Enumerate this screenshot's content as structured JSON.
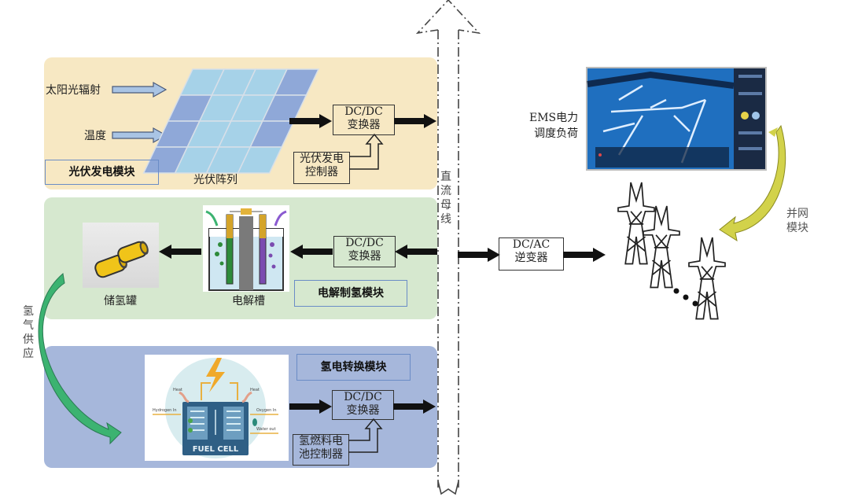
{
  "pv_module": {
    "title": "光伏发电模块",
    "inputs": [
      "太阳光辐射",
      "温度"
    ],
    "array_label": "光伏阵列",
    "converter": [
      "DC/DC",
      "变换器"
    ],
    "controller": [
      "光伏发电",
      "控制器"
    ]
  },
  "electrolysis_module": {
    "title": "电解制氢模块",
    "tank_label": "储氢罐",
    "electrolyzer_label": "电解槽",
    "converter": [
      "DC/DC",
      "变换器"
    ]
  },
  "fuel_cell_module": {
    "title": "氢电转换模块",
    "converter": [
      "DC/DC",
      "变换器"
    ],
    "controller": [
      "氢燃料电",
      "池控制器"
    ],
    "fuel_cell_text": "FUEL CELL",
    "fuel_cell_annotations": [
      "Heat",
      "Heat",
      "Hydrogen In",
      "Oxygen In",
      "Water out"
    ]
  },
  "hydrogen_supply_label": [
    "氢",
    "气",
    "供",
    "应"
  ],
  "dc_bus_label": [
    "直",
    "流",
    "母",
    "线"
  ],
  "inverter": [
    "DC/AC",
    "逆变器"
  ],
  "ems_label": [
    "EMS电力",
    "调度负荷"
  ],
  "grid_label": [
    "并网",
    "模块"
  ],
  "colors": {
    "pv_panel": "#f7e8c3",
    "electrolysis_panel": "#d6e8cf",
    "fuel_cell_panel": "#a6b7db",
    "supply_arrow": "#3cb371",
    "grid_arrow": "#d2d24a",
    "label_border": "#6a8cc6"
  }
}
